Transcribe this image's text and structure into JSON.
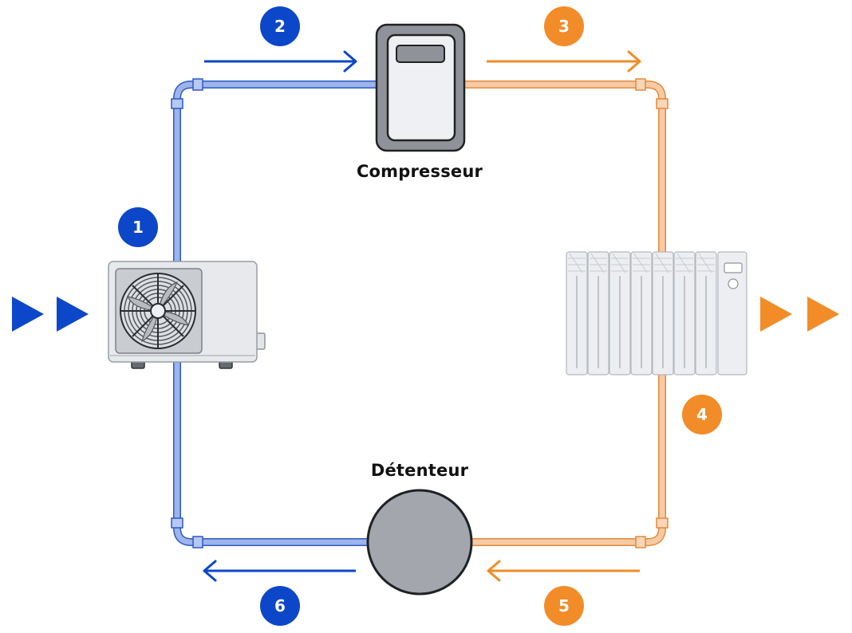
{
  "components": {
    "compressor_label": "Compresseur",
    "expansion_valve_label": "Détenteur"
  },
  "steps": [
    {
      "number": "1",
      "side": "cold"
    },
    {
      "number": "2",
      "side": "cold"
    },
    {
      "number": "3",
      "side": "hot"
    },
    {
      "number": "4",
      "side": "hot"
    },
    {
      "number": "5",
      "side": "hot"
    },
    {
      "number": "6",
      "side": "cold"
    }
  ],
  "colors": {
    "cold_pipe": "#9db4ec",
    "cold_accent": "#0d47c9",
    "hot_pipe": "#f6caa5",
    "hot_accent": "#f28c28",
    "device_grey": "#8f9399",
    "valve_grey": "#a3a7ad"
  }
}
